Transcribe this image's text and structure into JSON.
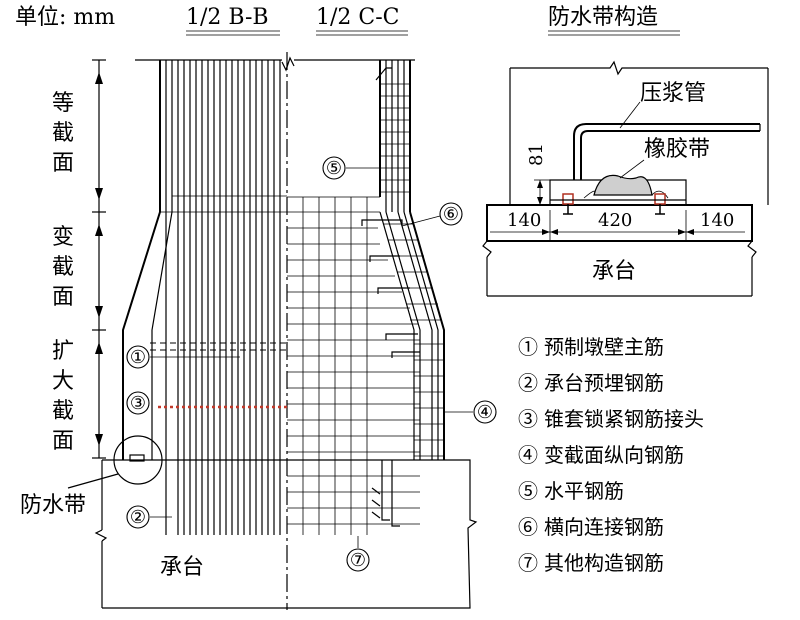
{
  "header": {
    "unit": "单位: mm",
    "section_bb": "1/2 B-B",
    "section_cc": "1/2 C-C",
    "detail_title": "防水带构造"
  },
  "zones": {
    "equal": [
      "等",
      "截",
      "面"
    ],
    "variable": [
      "变",
      "截",
      "面"
    ],
    "expanded": [
      "扩",
      "大",
      "截",
      "面"
    ]
  },
  "labels": {
    "waterstop": "防水带",
    "cap_main": "承台",
    "cap_detail": "承台",
    "grout_pipe": "压浆管",
    "rubber_band": "橡胶带"
  },
  "dimensions": {
    "height": "81",
    "left": "140",
    "middle": "420",
    "right": "140"
  },
  "markers": [
    "①",
    "②",
    "③",
    "④",
    "⑤",
    "⑥",
    "⑦"
  ],
  "legend": [
    {
      "num": "①",
      "text": "预制墩壁主筋"
    },
    {
      "num": "②",
      "text": "承台预埋钢筋"
    },
    {
      "num": "③",
      "text": "锥套锁紧钢筋接头"
    },
    {
      "num": "④",
      "text": "变截面纵向钢筋"
    },
    {
      "num": "⑤",
      "text": "水平钢筋"
    },
    {
      "num": "⑥",
      "text": "横向连接钢筋"
    },
    {
      "num": "⑦",
      "text": "其他构造钢筋"
    }
  ],
  "colors": {
    "connector": "#c0392b",
    "line": "#000000"
  }
}
